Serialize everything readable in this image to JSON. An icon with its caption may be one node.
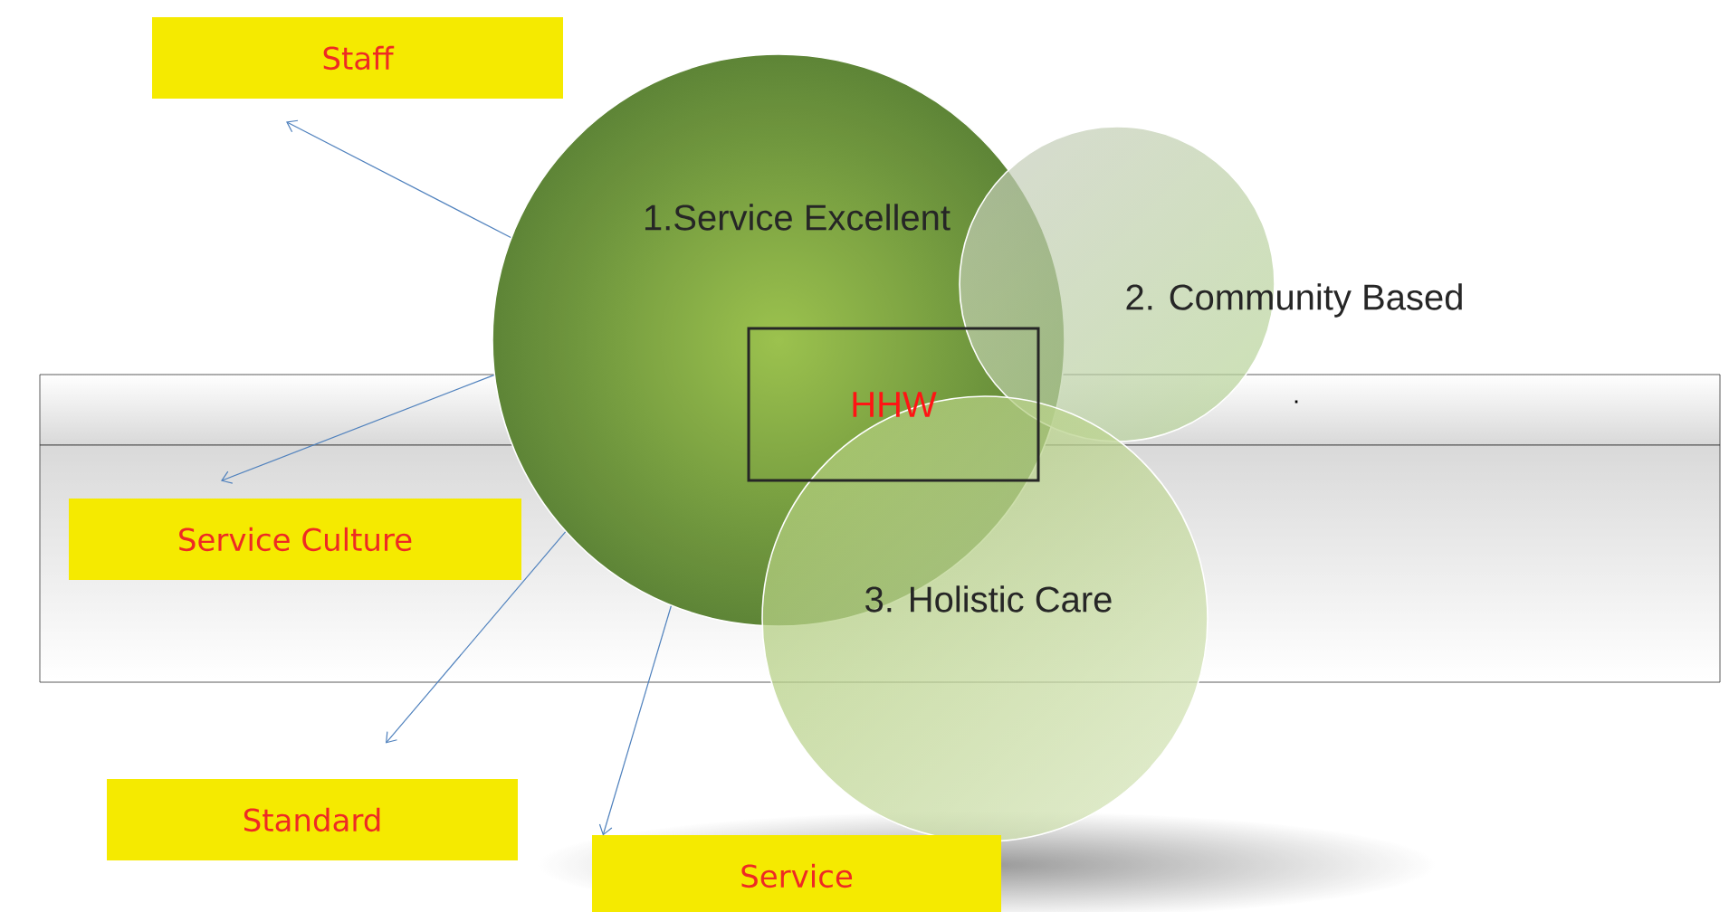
{
  "diagram": {
    "nodes": [
      {
        "text": [
          "1.Service Excellent"
        ]
      },
      {
        "text": [
          "2. Community Based"
        ]
      },
      {
        "text": [
          "3. Holistic Care"
        ]
      },
      {
        "text": [
          "HHW"
        ],
        "in": 0
      },
      {
        "text": [
          "Staff"
        ]
      },
      {
        "text": [
          "Service Culture"
        ]
      },
      {
        "text": [
          "Standard"
        ]
      },
      {
        "text": [
          "Service"
        ]
      }
    ],
    "edges": [
      {
        "from": 0,
        "to": 4,
        "arrow": "to"
      },
      {
        "from": 0,
        "to": 5,
        "arrow": "to"
      },
      {
        "from": 0,
        "to": 6,
        "arrow": "to"
      },
      {
        "from": 0,
        "to": 7,
        "arrow": "to"
      }
    ],
    "labels": [
      "."
    ]
  }
}
